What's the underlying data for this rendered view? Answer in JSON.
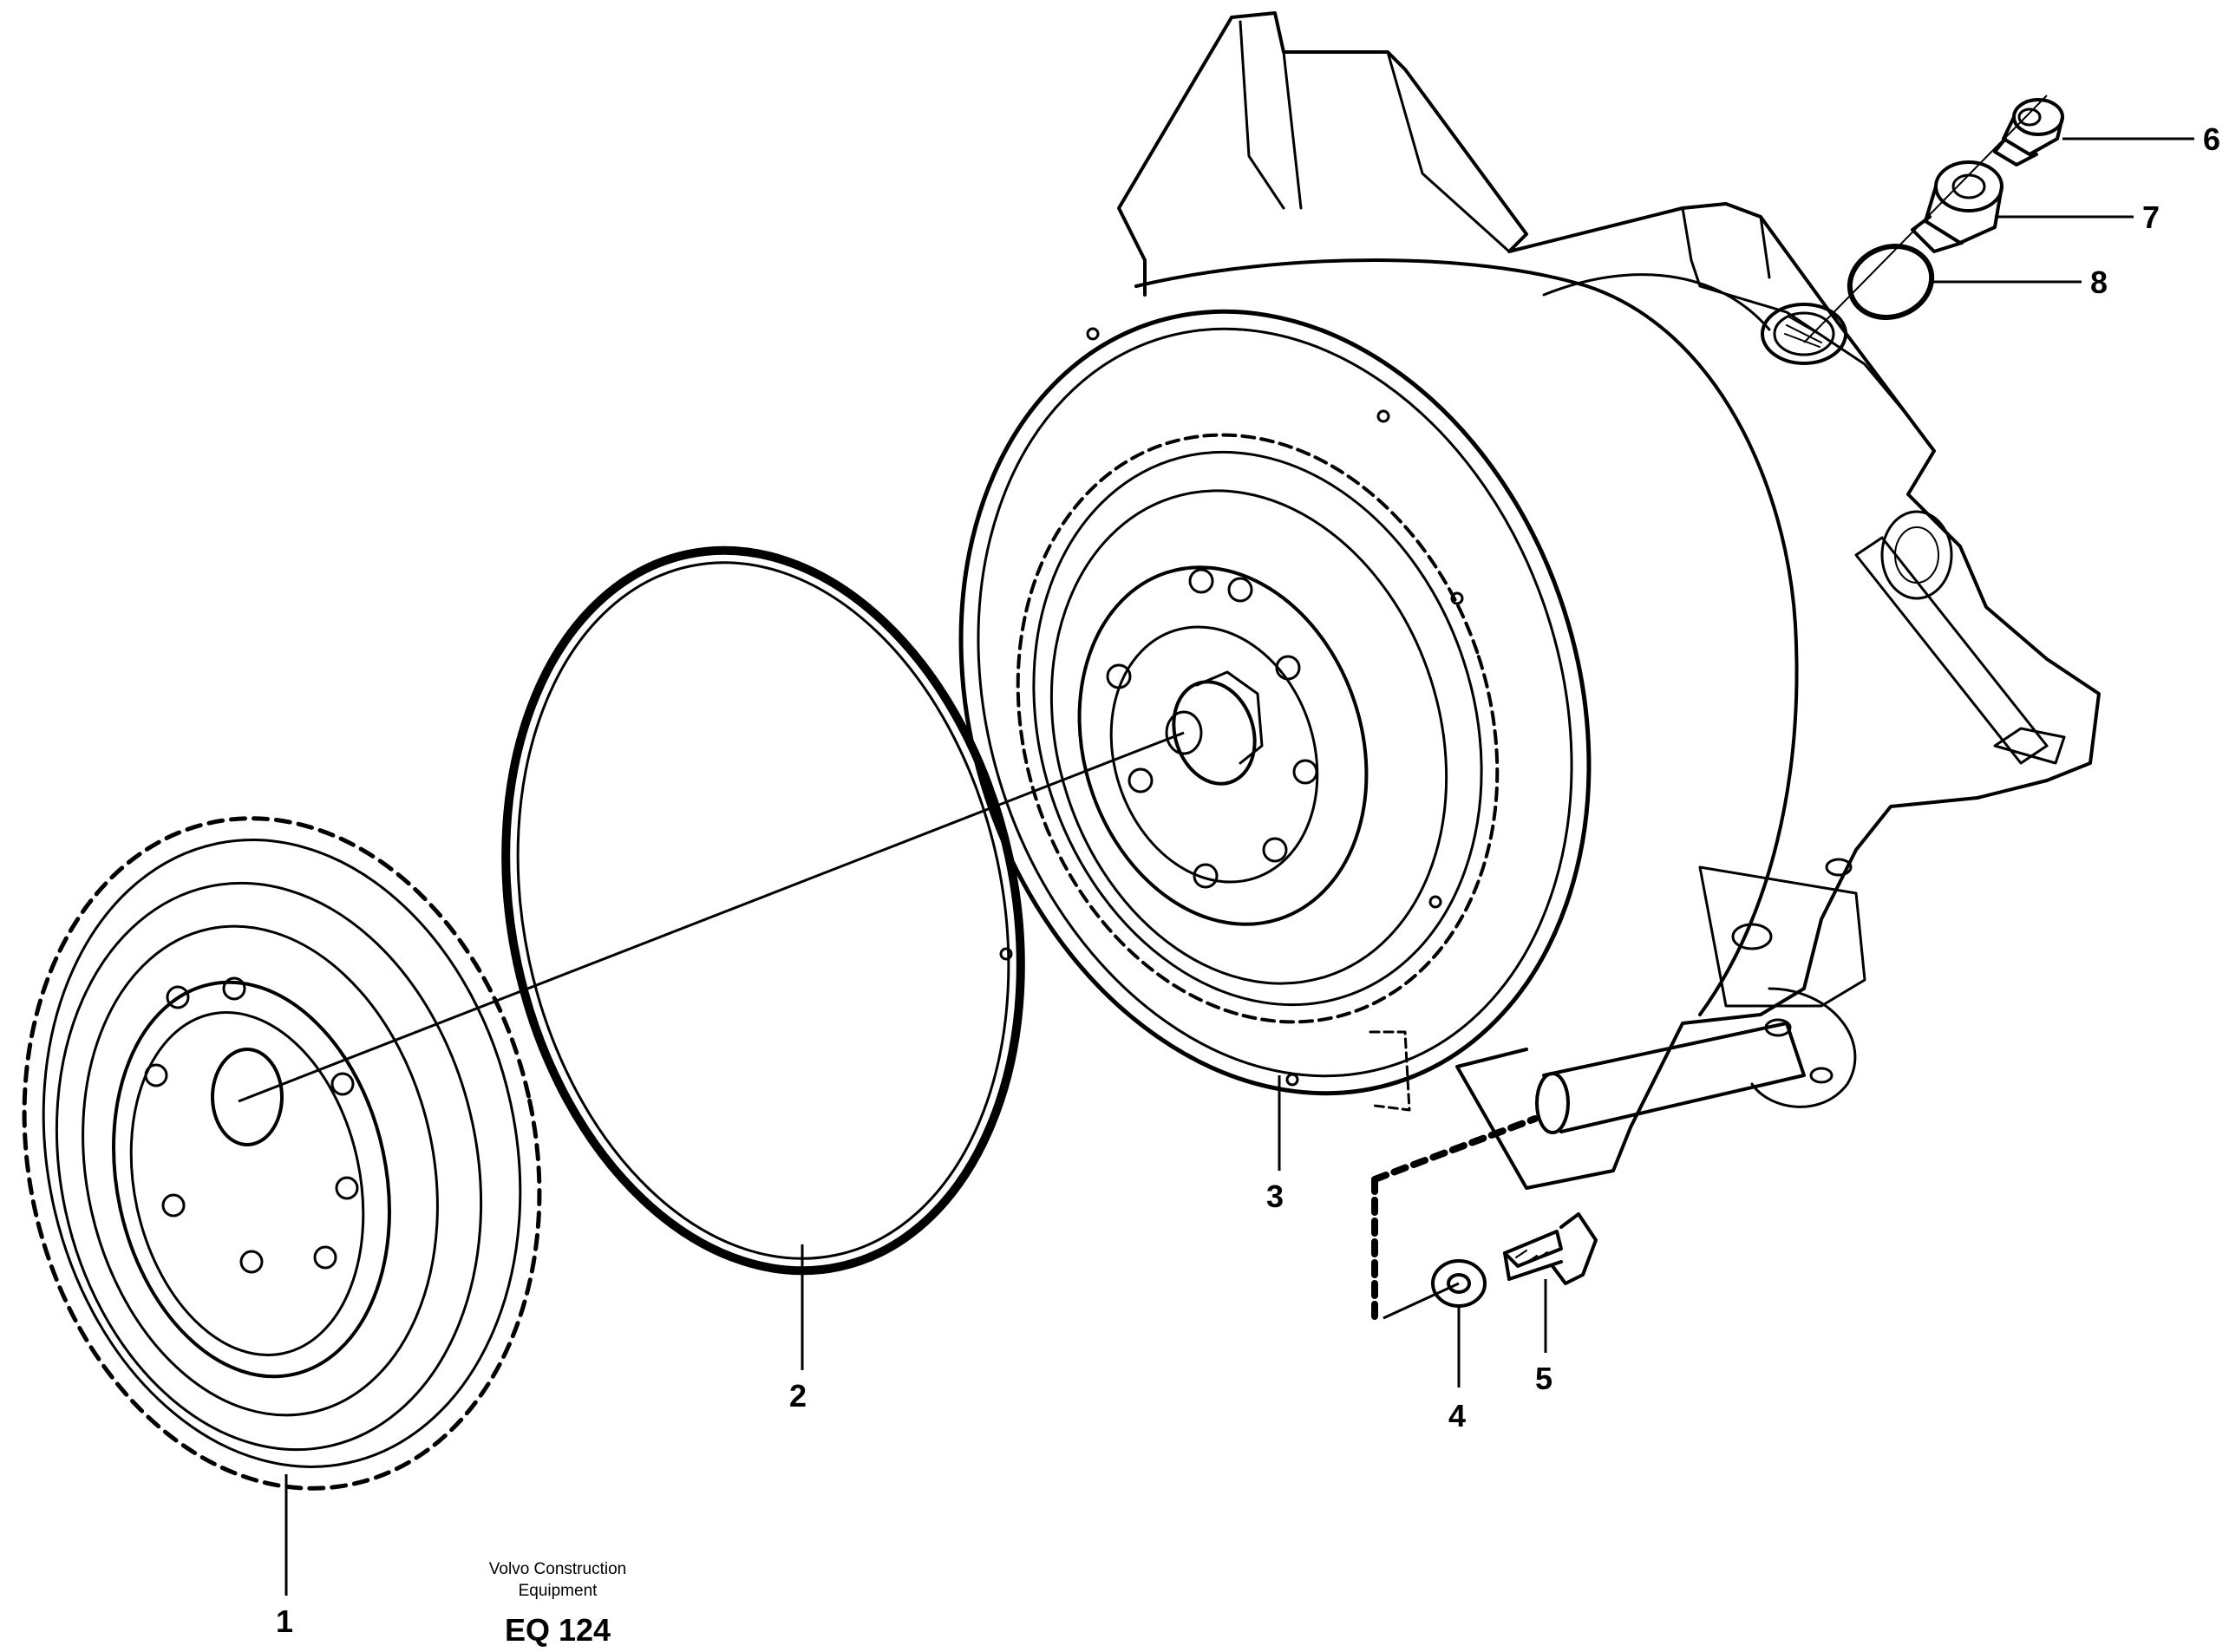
{
  "diagram": {
    "callouts": [
      {
        "id": "1",
        "label": "1",
        "part": "gear"
      },
      {
        "id": "2",
        "label": "2",
        "part": "o-ring-large"
      },
      {
        "id": "3",
        "label": "3",
        "part": "drive-hub-assembly"
      },
      {
        "id": "4",
        "label": "4",
        "part": "washer"
      },
      {
        "id": "5",
        "label": "5",
        "part": "bolt"
      },
      {
        "id": "6",
        "label": "6",
        "part": "plug"
      },
      {
        "id": "7",
        "label": "7",
        "part": "nipple"
      },
      {
        "id": "8",
        "label": "8",
        "part": "o-ring-small"
      }
    ]
  },
  "footer": {
    "line1": "Volvo Construction",
    "line2": "Equipment",
    "code": "EQ 124"
  },
  "colors": {
    "ink": "#000000",
    "paper": "#ffffff"
  }
}
